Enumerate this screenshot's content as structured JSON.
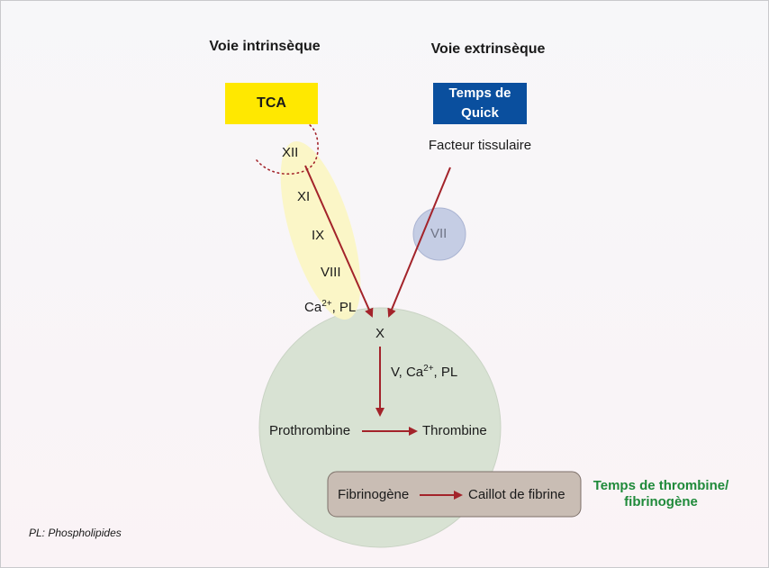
{
  "headings": {
    "intrinsic": "Voie intrinsèque",
    "extrinsic": "Voie extrinsèque"
  },
  "boxes": {
    "tca": "TCA",
    "quick_line1": "Temps de",
    "quick_line2": "Quick"
  },
  "labels": {
    "tissue_factor": "Facteur tissulaire",
    "f12": "XII",
    "f11": "XI",
    "f9": "IX",
    "f8": "VIII",
    "f7": "VII",
    "ca_pl_ca": "Ca",
    "ca_pl_sup": "2+",
    "ca_pl_rest": ", PL",
    "f10": "X",
    "cofactors_pre": "V, Ca",
    "cofactors_sup": "2+",
    "cofactors_post": ", PL",
    "prothrombin": "Prothrombine",
    "thrombin": "Thrombine",
    "fibrinogen": "Fibrinogène",
    "fibrin_clot": "Caillot de fibrine",
    "thrombin_time_line1": "Temps de thrombine/",
    "thrombin_time_line2": "fibrinogène",
    "footnote": "PL: Phospholipides"
  },
  "colors": {
    "tca_box": "#ffe800",
    "quick_box": "#0a4f9e",
    "arrow": "#a3232a",
    "green_text": "#1f8a3a",
    "common_circle": "#d8e2d3",
    "intrinsic_ellipse": "#fbf5c4",
    "vii_circle": "#c5cde4",
    "fibrin_box": "#c9bdb4"
  }
}
